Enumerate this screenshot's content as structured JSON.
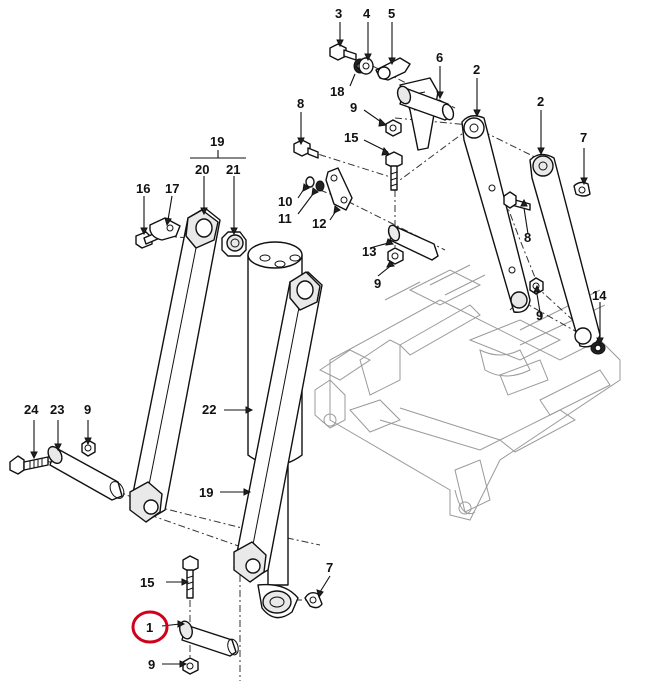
{
  "callouts": [
    {
      "id": "c3",
      "text": "3"
    },
    {
      "id": "c4",
      "text": "4"
    },
    {
      "id": "c5",
      "text": "5"
    },
    {
      "id": "c6",
      "text": "6"
    },
    {
      "id": "c18",
      "text": "18"
    },
    {
      "id": "c2a",
      "text": "2"
    },
    {
      "id": "c2b",
      "text": "2"
    },
    {
      "id": "c8a",
      "text": "8"
    },
    {
      "id": "c9a",
      "text": "9"
    },
    {
      "id": "c15a",
      "text": "15"
    },
    {
      "id": "c7a",
      "text": "7"
    },
    {
      "id": "c19a",
      "text": "19"
    },
    {
      "id": "c20",
      "text": "20"
    },
    {
      "id": "c21",
      "text": "21"
    },
    {
      "id": "c16",
      "text": "16"
    },
    {
      "id": "c17",
      "text": "17"
    },
    {
      "id": "c10",
      "text": "10"
    },
    {
      "id": "c11",
      "text": "11"
    },
    {
      "id": "c12",
      "text": "12"
    },
    {
      "id": "c8b",
      "text": "8"
    },
    {
      "id": "c13",
      "text": "13"
    },
    {
      "id": "c9b",
      "text": "9"
    },
    {
      "id": "c9c",
      "text": "9"
    },
    {
      "id": "c14",
      "text": "14"
    },
    {
      "id": "c22",
      "text": "22"
    },
    {
      "id": "c24",
      "text": "24"
    },
    {
      "id": "c23",
      "text": "23"
    },
    {
      "id": "c9d",
      "text": "9"
    },
    {
      "id": "c19b",
      "text": "19"
    },
    {
      "id": "c15b",
      "text": "15"
    },
    {
      "id": "c7b",
      "text": "7"
    },
    {
      "id": "c1",
      "text": "1"
    },
    {
      "id": "c9e",
      "text": "9"
    }
  ],
  "highlight": {
    "callout": "1",
    "color": "#d0021b"
  }
}
